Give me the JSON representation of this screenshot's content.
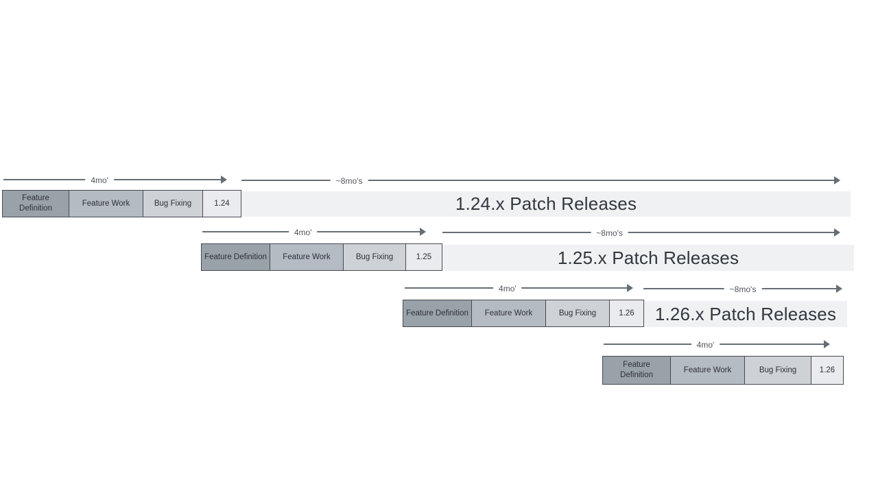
{
  "diagram": {
    "description": "Release cadence timeline",
    "rows": [
      {
        "version": "1.24",
        "feature_duration_label": "4mo'",
        "patch_duration_label": "~8mo's",
        "phases": [
          "Feature Definition",
          "Feature Work",
          "Bug Fixing"
        ],
        "patch_release_label": "1.24.x Patch Releases"
      },
      {
        "version": "1.25",
        "feature_duration_label": "4mo'",
        "patch_duration_label": "~8mo's",
        "phases": [
          "Feature Definition",
          "Feature Work",
          "Bug Fixing"
        ],
        "patch_release_label": "1.25.x Patch Releases"
      },
      {
        "version": "1.26",
        "feature_duration_label": "4mo'",
        "patch_duration_label": "~8mo's",
        "phases": [
          "Feature Definition",
          "Feature Work",
          "Bug Fixing"
        ],
        "patch_release_label": "1.26.x Patch Releases"
      },
      {
        "version": "1.26",
        "feature_duration_label": "4mo'",
        "phases": [
          "Feature Definition",
          "Feature Work",
          "Bug Fixing"
        ]
      }
    ],
    "colors": {
      "feature_definition_fill": "#99a1a9",
      "feature_work_fill": "#b5bbc2",
      "bug_fixing_fill": "#ced2d7",
      "version_box_fill": "#e9ebee",
      "patch_bar_fill": "#eff1f3",
      "box_border": "#454a50",
      "arrow": "#666d74",
      "text": "#2c3136"
    }
  }
}
